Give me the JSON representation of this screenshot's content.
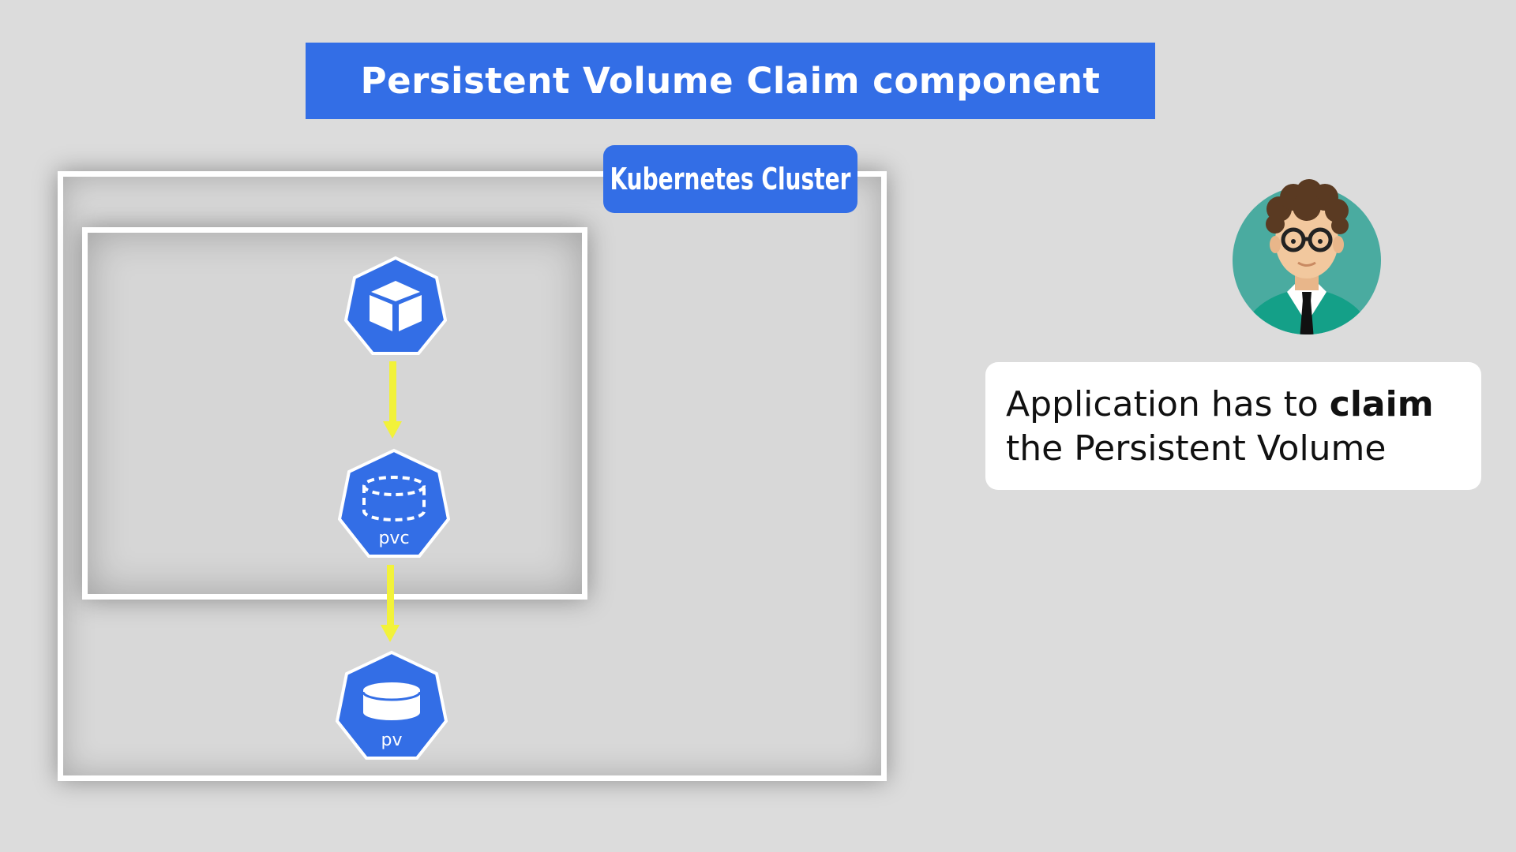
{
  "title": "Persistent Volume Claim component",
  "cluster_label": "Kubernetes Cluster",
  "nodes": {
    "pod": {
      "label": "",
      "icon": "cube-icon"
    },
    "pvc": {
      "label": "pvc",
      "icon": "dashed-cylinder-icon"
    },
    "pv": {
      "label": "pv",
      "icon": "cylinder-icon"
    }
  },
  "note": {
    "prefix": "Application has to ",
    "bold": "claim",
    "suffix": " the Persistent Volume"
  },
  "colors": {
    "brand_blue": "#336ee6",
    "arrow_yellow": "#f2f23a",
    "background": "#dcdcdc",
    "avatar_teal": "#4aaba0"
  }
}
